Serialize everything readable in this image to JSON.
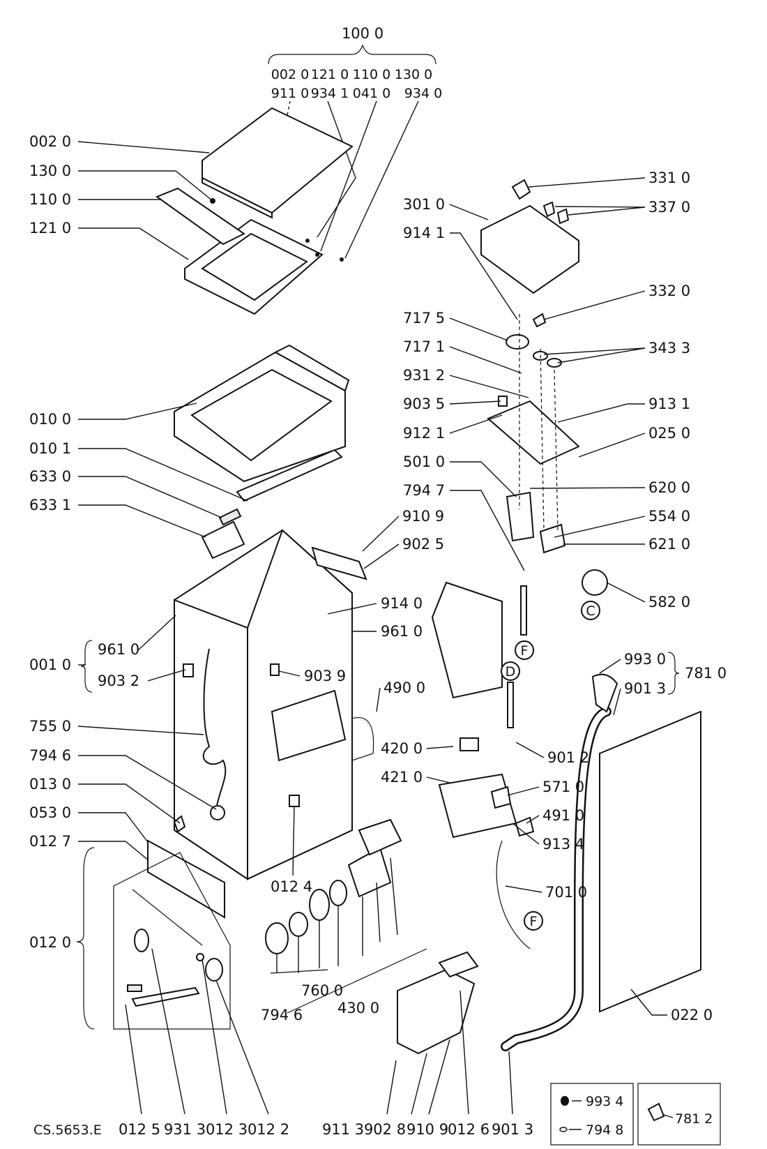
{
  "drawing_code": "CS.5653.E",
  "group_100": {
    "title": "100 0",
    "row1": [
      "002 0",
      "121 0",
      "110 0",
      "130 0"
    ],
    "row2": [
      "911 0",
      "934 1",
      "041 0",
      "934 0"
    ]
  },
  "labels": {
    "l_002_0": "002 0",
    "l_130_0": "130 0",
    "l_110_0": "110 0",
    "l_121_0": "121 0",
    "l_010_0": "010 0",
    "l_010_1": "010 1",
    "l_633_0": "633 0",
    "l_633_1": "633 1",
    "l_001_0": "001 0",
    "l_961_0a": "961 0",
    "l_903_2": "903 2",
    "l_755_0": "755 0",
    "l_794_6a": "794 6",
    "l_013_0": "013 0",
    "l_053_0": "053 0",
    "l_012_7": "012 7",
    "l_012_0": "012 0",
    "l_012_5": "012 5",
    "l_931_3": "931 3",
    "l_012_3": "012 3",
    "l_012_2": "012 2",
    "l_910_9a": "910 9",
    "l_902_5": "902 5",
    "l_914_0": "914 0",
    "l_961_0b": "961 0",
    "l_903_9": "903 9",
    "l_490_0": "490 0",
    "l_012_4": "012 4",
    "l_760_0": "760 0",
    "l_794_6b": "794 6",
    "l_430_0": "430 0",
    "l_911_3": "911 3",
    "l_902_8": "902 8",
    "l_910_9b": "910 9",
    "l_012_6": "012 6",
    "l_901_3b": "901 3",
    "l_331_0": "331 0",
    "l_337_0": "337 0",
    "l_301_0": "301 0",
    "l_914_1": "914 1",
    "l_332_0": "332 0",
    "l_717_5": "717 5",
    "l_717_1": "717 1",
    "l_343_3": "343 3",
    "l_931_2": "931 2",
    "l_903_5": "903 5",
    "l_913_1": "913 1",
    "l_912_1": "912 1",
    "l_025_0": "025 0",
    "l_501_0": "501 0",
    "l_620_0": "620 0",
    "l_794_7": "794 7",
    "l_554_0": "554 0",
    "l_621_0": "621 0",
    "l_582_0": "582 0",
    "l_993_0": "993 0",
    "l_901_3a": "901 3",
    "l_781_0": "781 0",
    "l_901_2": "901 2",
    "l_420_0": "420 0",
    "l_421_0": "421 0",
    "l_571_0": "571 0",
    "l_491_0": "491 0",
    "l_913_4": "913 4",
    "l_701_0": "701 0",
    "l_022_0": "022 0"
  },
  "connector_letters": {
    "c": "C",
    "d": "D",
    "f1": "F",
    "f2": "F"
  },
  "legend": {
    "item1": "993 4",
    "item2": "794 8",
    "item3": "781 2"
  }
}
